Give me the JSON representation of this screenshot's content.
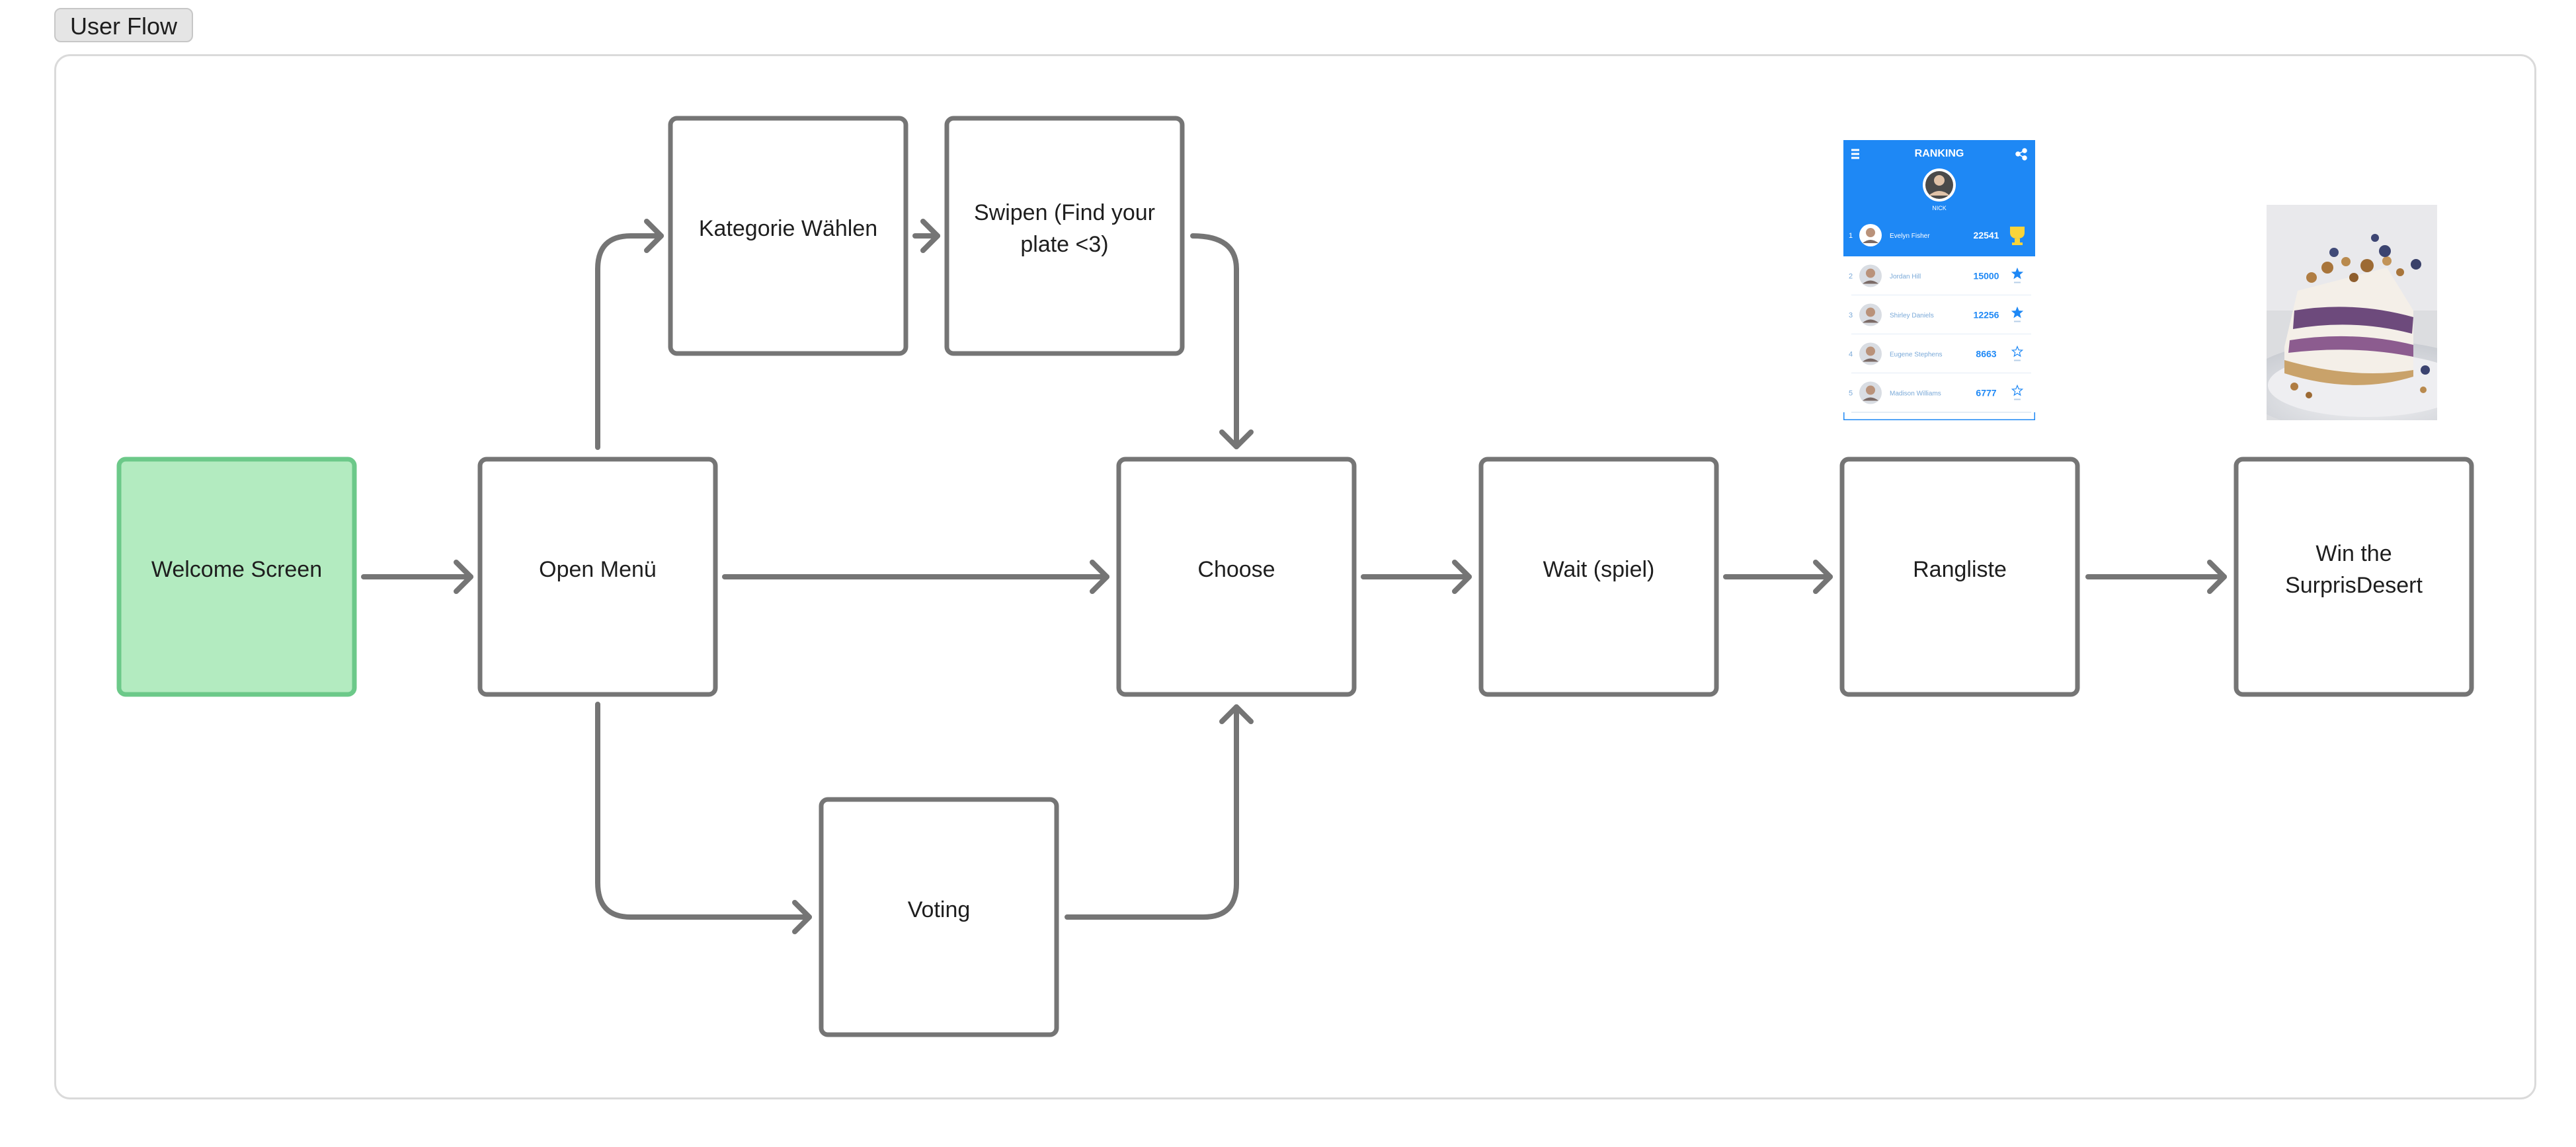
{
  "frame": {
    "label": "User Flow"
  },
  "nodes": {
    "welcome": [
      "Welcome Screen"
    ],
    "open_menu": [
      "Open Menü"
    ],
    "kategorie": [
      "Kategorie Wählen"
    ],
    "swipen": [
      "Swipen (Find your",
      "plate <3)"
    ],
    "choose": [
      "Choose"
    ],
    "voting": [
      "Voting"
    ],
    "wait": [
      "Wait (spiel)"
    ],
    "rangliste": [
      "Rangliste"
    ],
    "win": [
      "Win the",
      "SurprisDesert"
    ]
  },
  "ranking_screenshot": {
    "title": "RANKING",
    "leader_name": "NICK",
    "rows": [
      {
        "rank": "1",
        "name": "Evelyn Fisher",
        "score": "22541",
        "highlight": true
      },
      {
        "rank": "2",
        "name": "Jordan Hill",
        "score": "15000",
        "highlight": false
      },
      {
        "rank": "3",
        "name": "Shirley Daniels",
        "score": "12256",
        "highlight": false
      },
      {
        "rank": "4",
        "name": "Eugene Stephens",
        "score": "8663",
        "highlight": false
      },
      {
        "rank": "5",
        "name": "Madison Williams",
        "score": "6777",
        "highlight": false
      }
    ]
  },
  "colors": {
    "node_border": "#757575",
    "arrow": "#757575",
    "welcome_fill": "#b3ebc0",
    "welcome_border": "#6cc989",
    "ranking_blue": "#1e88f5"
  }
}
